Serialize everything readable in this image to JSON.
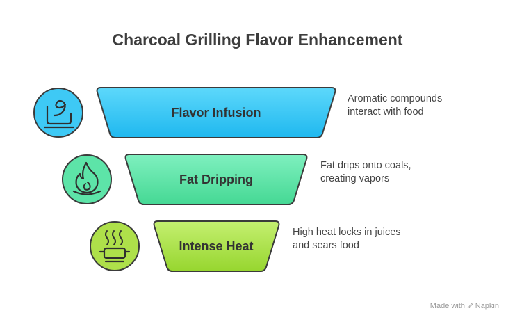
{
  "title": "Charcoal Grilling Flavor Enhancement",
  "stages": [
    {
      "label": "Flavor Infusion",
      "description_line1": "Aromatic compounds",
      "description_line2": "interact with food",
      "icon": "smoke-pan-icon",
      "color": "#3ec9f5"
    },
    {
      "label": "Fat Dripping",
      "description_line1": "Fat drips onto coals,",
      "description_line2": "creating vapors",
      "icon": "flame-coals-icon",
      "color": "#5de4a8"
    },
    {
      "label": "Intense Heat",
      "description_line1": "High heat locks in juices",
      "description_line2": "and sears food",
      "icon": "hot-grill-icon",
      "color": "#aee04a"
    }
  ],
  "footer": {
    "made_with": "Made with",
    "brand": "Napkin"
  }
}
